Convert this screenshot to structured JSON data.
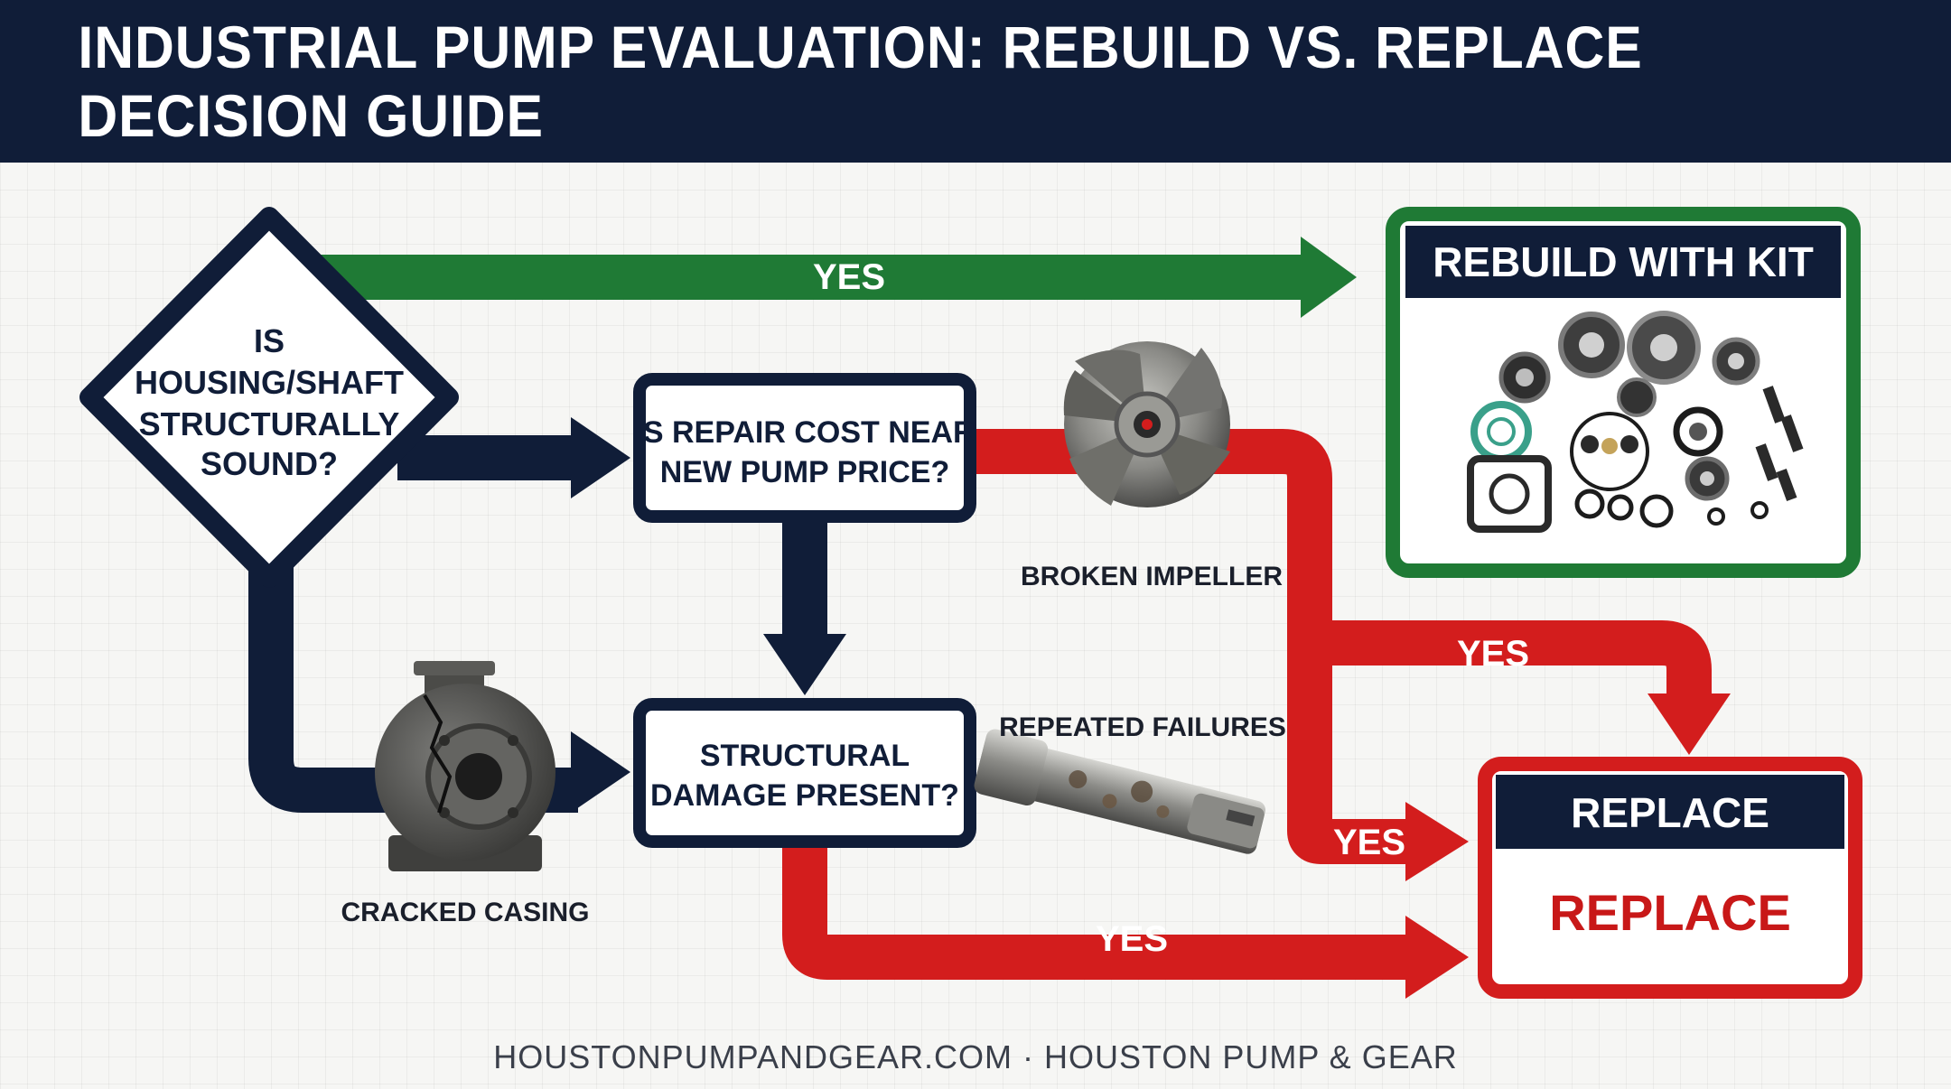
{
  "title": "INDUSTRIAL PUMP EVALUATION: REBUILD VS. REPLACE DECISION GUIDE",
  "nodes": {
    "q_structural": {
      "lines": [
        "IS",
        "HOUSING/SHAFT",
        "STRUCTURALLY",
        "SOUND?"
      ]
    },
    "q_repair_cost": {
      "lines": [
        "IS REPAIR COST NEAR",
        "NEW PUMP PRICE?"
      ]
    },
    "q_damage": {
      "lines": [
        "STRUCTURAL",
        "DAMAGE PRESENT?"
      ]
    },
    "rebuild": {
      "title": "REBUILD WITH KIT"
    },
    "replace": {
      "title": "REPLACE",
      "body": "REPLACE"
    }
  },
  "edges": {
    "top_yes": "YES",
    "repair_yes_to_replace": "YES",
    "repeated_yes": "YES",
    "damage_yes": "YES"
  },
  "images": {
    "broken_impeller": "BROKEN IMPELLER",
    "repeated_failures": "REPEATED FAILURES",
    "cracked_casing": "CRACKED CASING"
  },
  "footer": "HOUSTONPUMPANDGEAR.COM · HOUSTON PUMP & GEAR",
  "colors": {
    "navy": "#101d38",
    "green": "#1f7a35",
    "red": "#d31d1d",
    "white": "#ffffff"
  }
}
